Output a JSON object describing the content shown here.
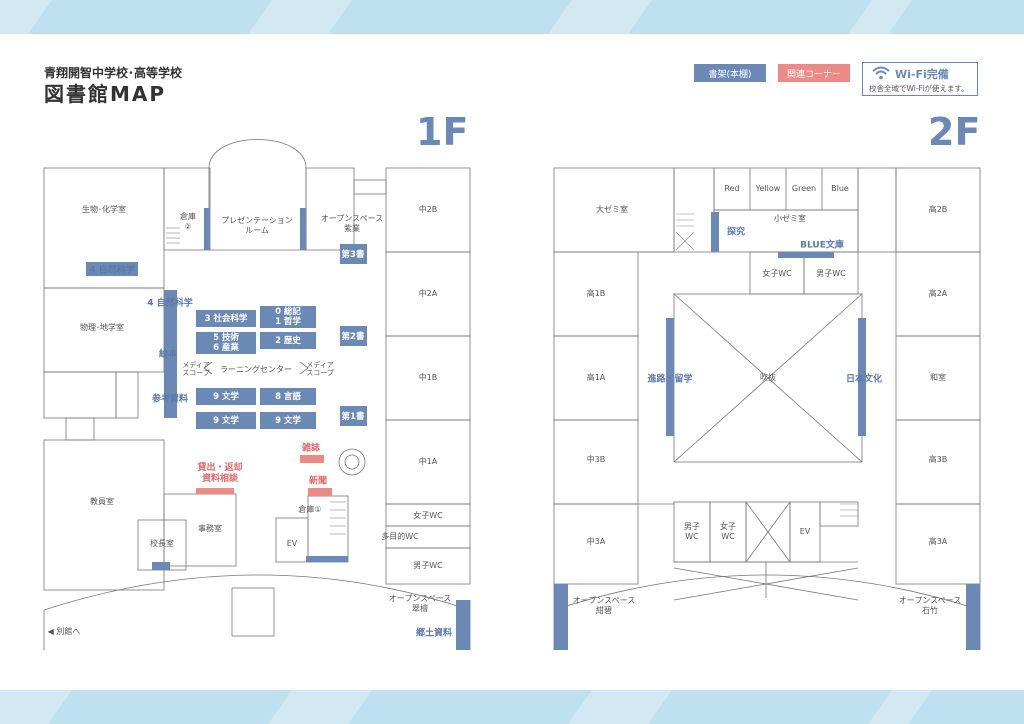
{
  "header": {
    "school": "青翔開智中学校･高等学校",
    "title": "図書館MAP"
  },
  "legend": {
    "shelves": "書架(本棚)",
    "related": "関連コーナー",
    "wifi_title": "Wi-Fi完備",
    "wifi_sub": "校舎全域でWi-Fiが使えます。"
  },
  "colors": {
    "shelf_blue": "#6b89b5",
    "related_red": "#ec8a86",
    "band": "#d2e9f4"
  },
  "floor1": {
    "label": "1F",
    "rooms": {
      "bio_chem": "生物･化学室",
      "storage2": "倉庫\n②",
      "presentation": "プレゼンテーション\nルーム",
      "open_space_shigyo": "オープンスペース\n紫業",
      "c2b": "中2B",
      "c2a": "中2A",
      "c1b": "中1B",
      "c1a": "中1A",
      "physics_earth": "物理･地学室",
      "learning_center": "ラーニングセンター",
      "media_scope_l": "メディア\nスコープ",
      "media_scope_r": "メディア\nスコープ",
      "staff_room": "教員室",
      "office": "事務室",
      "principal": "校長室",
      "storage1": "倉庫①",
      "ev": "EV",
      "girls_wc": "女子WC",
      "multi_wc": "多目的WC",
      "boys_wc": "男子WC",
      "open_space_suikin": "オープンスペース\n翠檜",
      "annex": "◀ 別館へ"
    },
    "shelves": {
      "natural_science_wall": "4 自然科学",
      "natural_science": "4 自然科学",
      "picture_books": "絵本",
      "reference": "参考資料",
      "social_science": "3 社会科学",
      "general_philosophy": "0 総記\n1 哲学",
      "technology_industry": "5 技術\n6 産業",
      "history": "2 歴史",
      "literature_1": "9 文学",
      "language": "8 言語",
      "literature_2": "9 文学",
      "literature_3": "9 文学",
      "stack_3": "第3書",
      "stack_2": "第2書",
      "stack_1": "第1書",
      "local_materials": "郷土資料"
    },
    "related": {
      "lending": "貸出・返却\n資料相談",
      "magazines": "雑誌",
      "newspapers": "新聞"
    }
  },
  "floor2": {
    "label": "2F",
    "rooms": {
      "large_seminar": "大ゼミ室",
      "red": "Red",
      "yellow": "Yellow",
      "green": "Green",
      "blue": "Blue",
      "small_seminar": "小ゼミ室",
      "h2b": "高2B",
      "h1b": "高1B",
      "h2a": "高2A",
      "h1a": "高1A",
      "washitsu": "和室",
      "girls_wc": "女子WC",
      "boys_wc": "男子WC",
      "atrium": "吹抜",
      "c3b": "中3B",
      "h3b": "高3B",
      "c3a": "中3A",
      "h3a": "高3A",
      "boys_wc_2": "男子\nWC",
      "girls_wc_2": "女子\nWC",
      "ev": "EV",
      "open_space_konpeki": "オープンスペース\n紺碧",
      "open_space_sekichiku": "オープンスペース\n石竹"
    },
    "shelves": {
      "inquiry": "探究",
      "blue_library": "BLUE文庫",
      "career": "進路・留学",
      "japanese_culture": "日本文化"
    }
  }
}
